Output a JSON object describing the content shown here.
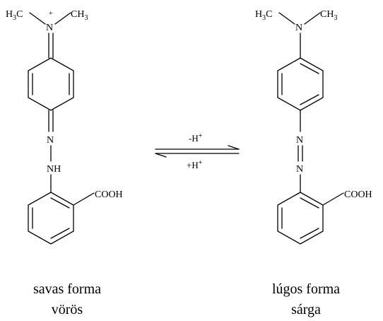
{
  "left_molecule": {
    "methyl_left": "H",
    "methyl_left_sub": "3",
    "methyl_left_c": "C",
    "methyl_right_c": "CH",
    "methyl_right_sub": "3",
    "amine_n": "N",
    "charge": "+",
    "azo_n1": "N",
    "azo_nh": "NH",
    "acid": "COOH",
    "caption_line1": "savas forma",
    "caption_line2": "vörös"
  },
  "equilibrium": {
    "forward_label": "-H",
    "forward_sup": "+",
    "reverse_label": "+H",
    "reverse_sup": "+"
  },
  "right_molecule": {
    "methyl_left": "H",
    "methyl_left_sub": "3",
    "methyl_left_c": "C",
    "methyl_right_c": "CH",
    "methyl_right_sub": "3",
    "amine_n": "N",
    "azo_n1": "N",
    "azo_n2": "N",
    "acid": "COOH",
    "caption_line1": "lúgos forma",
    "caption_line2": "sárga"
  }
}
